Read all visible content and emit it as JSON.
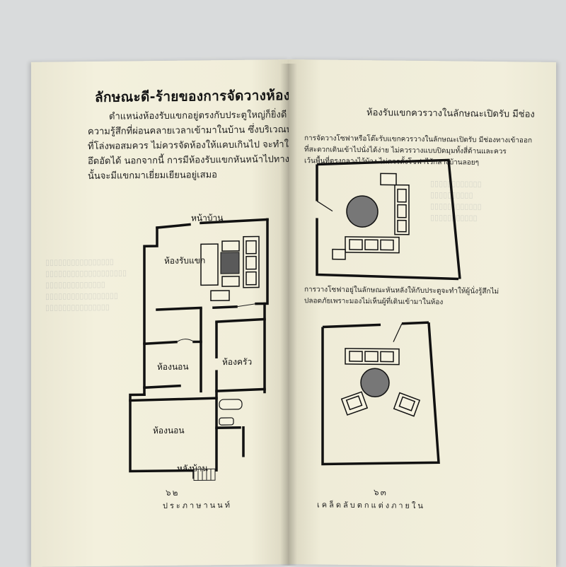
{
  "left_page": {
    "heading": "ลักษณะดี-ร้ายของการจัดวางห้องรับแขกภายในบ้าน",
    "paragraph": [
      "ตำแหน่งห้องรับแขกอยู่ตรงกับประตูใหญ่ก็ยิ่งดี เพราะจะให้",
      "ความรู้สึกที่ผ่อนคลายเวลาเข้ามาในบ้าน ซึ่งบริเวณห้องรับแขกควรจะ",
      "ที่โล่งพอสมควร ไม่ควรจัดห้องให้แคบเกินไป จะทำให้เกิดความรู้สึก",
      "อึดอัดได้ นอกจากนี้ การมีห้องรับแขกหันหน้าไปทางนี้",
      "นั้นจะมีแขกมาเยี่ยมเยียนอยู่เสมอ"
    ],
    "floorplan_labels": {
      "front": "หน้าบ้าน",
      "living_room": "ห้องรับแขก",
      "bedroom_1": "ห้องนอน",
      "kitchen": "ห้องครัว",
      "bedroom_2": "ห้องนอน",
      "back": "หลังบ้าน"
    },
    "page_number": "๖๒",
    "footer": "ประภาษานนท์"
  },
  "right_page": {
    "paragraph": [
      "ห้องรับแขกควรวางในลักษณะเปิดรับ มีช่อง"
    ],
    "caption_top": [
      "การจัดวางโซฟาหรือโต๊ะรับแขกควรวางในลักษณะเปิดรับ มีช่องทางเข้าออก",
      "ที่สะดวกเดินเข้าไปนั่งได้ง่าย ไม่ควรวางแบบปิดมุมทั้งสี่ด้านและควร",
      "เว้นพื้นที่ตรงกลางไว้บ้าง ไม่ควรตั้งโซฟาไว้กลางบ้านลอยๆ"
    ],
    "caption_bottom": [
      "การวางโซฟาอยู่ในลักษณะหันหลังให้กับประตูจะทำให้ผู้นั่งรู้สึกไม่",
      "ปลอดภัยเพราะมองไม่เห็นผู้ที่เดินเข้ามาในห้อง"
    ],
    "page_number": "๖๓",
    "footer": "เคล็ดลับตกแต่งภายใน"
  },
  "colors": {
    "paper": "#f2efdc",
    "ink": "#151515",
    "background": "#d9dbdc"
  }
}
